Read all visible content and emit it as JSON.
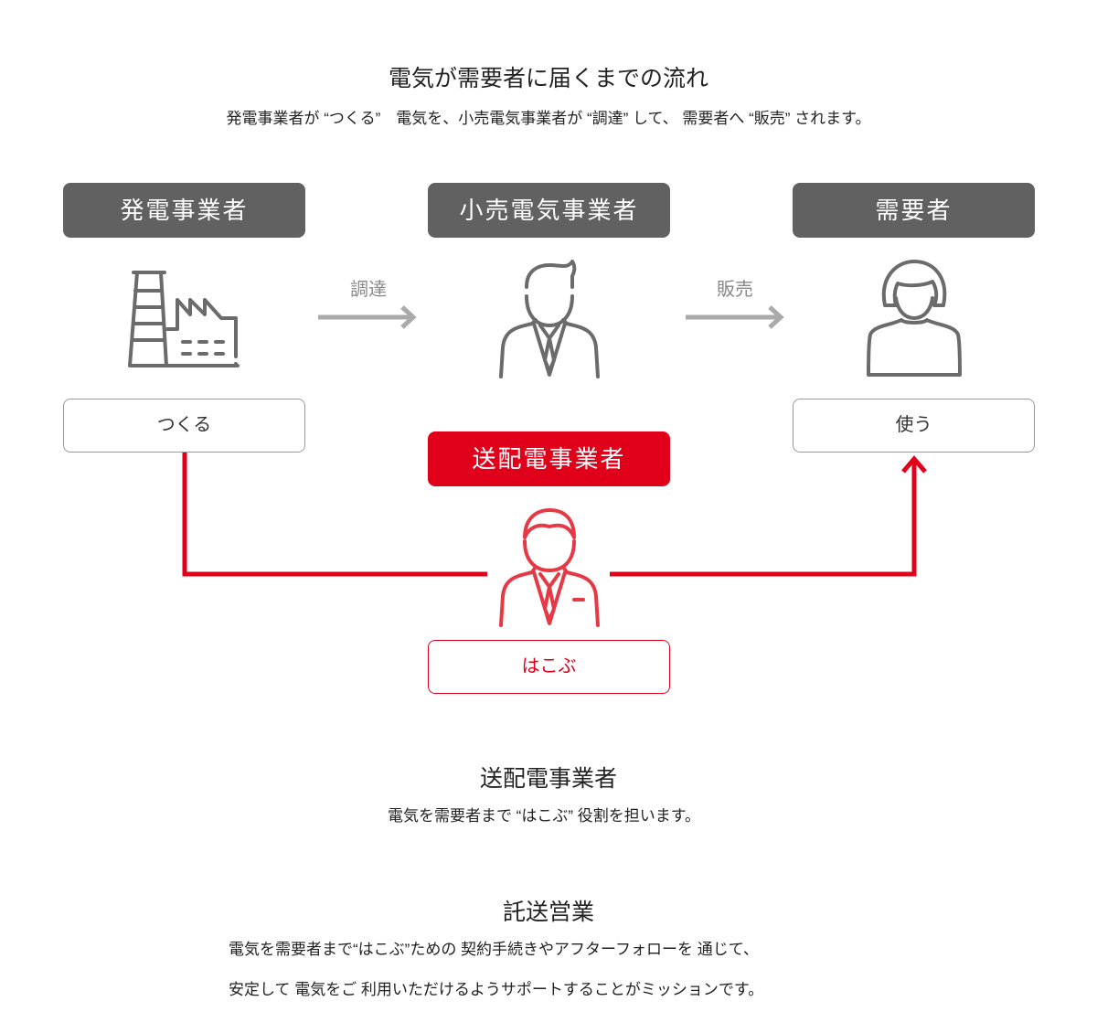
{
  "title": "電気が需要者に届くまでの流れ",
  "subtitle": "発電事業者が “つくる”　電気を、小売電気事業者が “調達” して、 需要者へ “販売” されます。",
  "actors": {
    "generator": {
      "name": "発電事業者",
      "action": "つくる"
    },
    "retailer": {
      "name": "小売電気事業者"
    },
    "consumer": {
      "name": "需要者",
      "action": "使う"
    },
    "transmission": {
      "name": "送配電事業者",
      "action": "はこぶ"
    }
  },
  "arrows": {
    "procure": "調達",
    "sell": "販売"
  },
  "section1": {
    "title": "送配電事業者",
    "text": "電気を需要者まで “はこぶ” 役割を担います。"
  },
  "section2": {
    "title": "託送営業",
    "line1": "電気を需要者まで“はこぶ”ための 契約手続きやアフターフォローを 通じて、",
    "line2": "安定して 電気をご 利用いただけるようサポートすることがミッションです。"
  },
  "colors": {
    "gray": "#616161",
    "red": "#e1001a",
    "arrow": "#aaaaaa",
    "icon": "#6b6b6b"
  }
}
